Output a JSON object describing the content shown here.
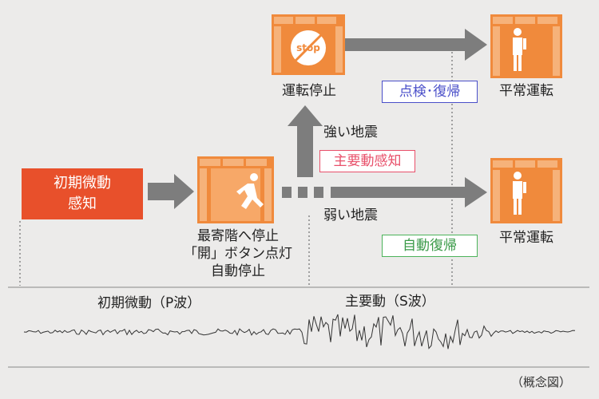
{
  "nodes": {
    "initial_detection": {
      "line1": "初期微動",
      "line2": "感知"
    },
    "nearest_floor": {
      "line1": "最寄階へ停止",
      "line2": "「開」ボタン点灯",
      "line3": "自動停止"
    },
    "operation_stop": {
      "label": "運転停止",
      "icon_text": "stop"
    },
    "normal_operation_top": {
      "label": "平常運転"
    },
    "normal_operation_bottom": {
      "label": "平常運転"
    }
  },
  "branches": {
    "strong": {
      "label": "強い地震",
      "badge": "主要動感知"
    },
    "weak": {
      "label": "弱い地震",
      "badge": "自動復帰"
    },
    "inspect": {
      "badge": "点検･復帰"
    }
  },
  "waves": {
    "p_wave": "初期微動（P波）",
    "s_wave": "主要動（S波）"
  },
  "caption": "（概念図）",
  "colors": {
    "alert": "#e8502b",
    "icon_orange": "#f08a3c",
    "arrow_gray": "#7d7d7d",
    "inspect_border": "#4a4fc9",
    "strong_badge_border": "#e8506a",
    "auto_badge_border": "#4cb35a"
  },
  "icons": [
    "stop-sign-icon",
    "running-person-icon",
    "standing-person-icon"
  ]
}
